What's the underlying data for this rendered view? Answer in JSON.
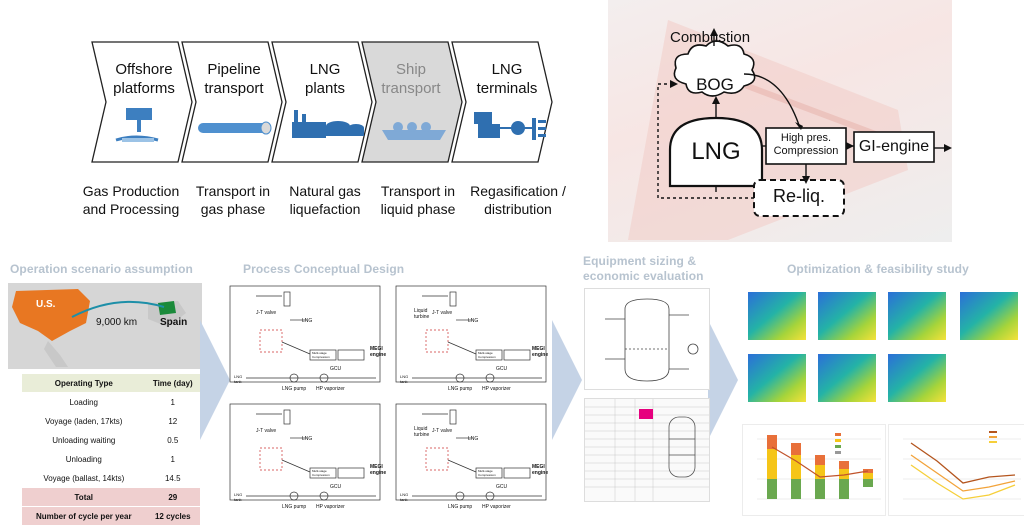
{
  "chain": {
    "stages": [
      {
        "title": "Offshore platforms",
        "below": "Gas Production and Processing"
      },
      {
        "title": "Pipeline transport",
        "below": "Transport in gas phase"
      },
      {
        "title": "LNG plants",
        "below": "Natural gas liquefaction"
      },
      {
        "title": "Ship transport",
        "below": "Transport in liquid phase"
      },
      {
        "title": "LNG terminals",
        "below": "Regasification / distribution"
      }
    ]
  },
  "bog_diagram": {
    "combustion": "Combustion",
    "bog": "BOG",
    "lng": "LNG",
    "compression": "High pres. Compression",
    "engine": "GI-engine",
    "reliq": "Re-liq."
  },
  "sections": {
    "operation": "Operation scenario assumption",
    "process": "Process Conceptual Design",
    "equipment": "Equipment sizing & economic evaluation",
    "optimization": "Optimization & feasibility study"
  },
  "map": {
    "origin": "U.S.",
    "distance": "9,000 km",
    "destination": "Spain"
  },
  "operations_table": {
    "header": [
      "Operating Type",
      "Time (day)"
    ],
    "rows": [
      [
        "Loading",
        "1"
      ],
      [
        "Voyage (laden, 17kts)",
        "12"
      ],
      [
        "Unloading waiting",
        "0.5"
      ],
      [
        "Unloading",
        "1"
      ],
      [
        "Voyage (ballast, 14kts)",
        "14.5"
      ]
    ],
    "totals": [
      [
        "Total",
        "29"
      ],
      [
        "Number of cycle per year",
        "12 cycles"
      ]
    ]
  },
  "process_labels": {
    "jt_valve": "J-T valve",
    "lng": "LNG",
    "multi_comp": "Multi-stage Compression",
    "gcu": "GCU",
    "megi": "MEGI engine",
    "lng_tank": "LNG tank",
    "lng_pump": "LNG pump",
    "hp_vap": "HP vaporizer",
    "liquid_turbine": "Liquid turbine"
  },
  "colors": {
    "chevron_highlight": "#d9d9d9",
    "section_title": "#b7c3cf",
    "arrow": "#c5d3e6",
    "map_us": "#e87722",
    "map_spain": "#1a8a3a"
  }
}
